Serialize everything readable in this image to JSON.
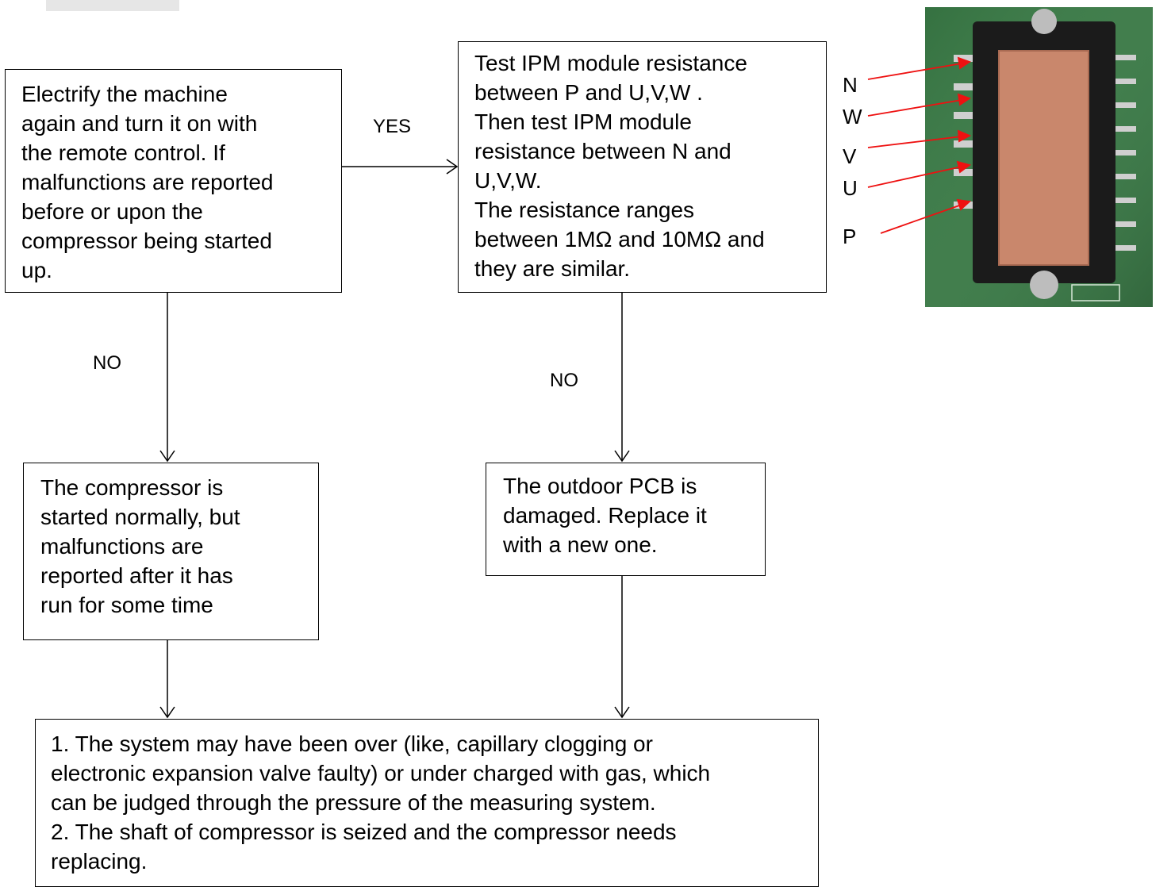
{
  "boxes": {
    "start": "Electrify the machine\nagain and turn it on with\nthe remote control. If\nmalfunctions are reported\nbefore or upon the\ncompressor being started\nup.",
    "test_ipm": "Test IPM module resistance\nbetween P and U,V,W .\nThen test IPM module\nresistance between N and\nU,V,W.\nThe resistance ranges\nbetween 1MΩ and 10MΩ and\nthey are similar.",
    "compressor_started": "The compressor is\nstarted normally, but\nmalfunctions are\nreported after it has\nrun for some time",
    "pcb_damaged": "The outdoor PCB is\ndamaged. Replace it\nwith a new one.",
    "conclusion": "1. The system may have been over (like, capillary clogging or\nelectronic expansion valve faulty) or under charged with gas, which\ncan be judged through the pressure of the measuring system.\n2. The shaft of compressor is seized and the compressor needs\nreplacing."
  },
  "edge_labels": {
    "yes": "YES",
    "no_left": "NO",
    "no_right": "NO"
  },
  "pin_labels": {
    "n": "N",
    "w": "W",
    "v": "V",
    "u": "U",
    "p": "P"
  },
  "colors": {
    "pointer": "#ee1111",
    "board": "#3f7a4a",
    "module": "#1b1b1b",
    "heatsink": "#c9876c"
  }
}
